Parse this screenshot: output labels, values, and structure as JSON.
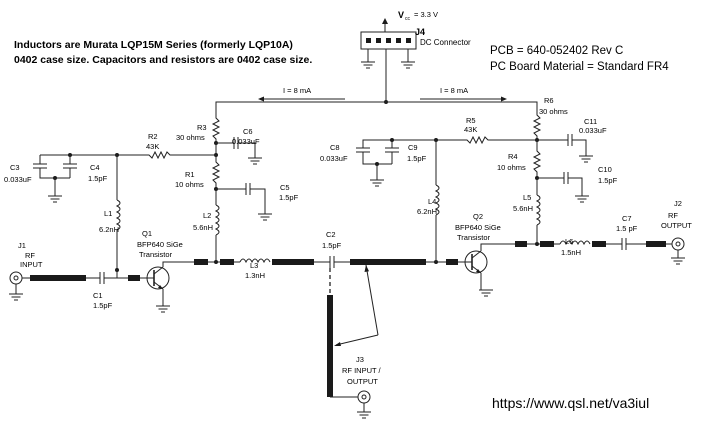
{
  "notes": {
    "inductors": "Inductors are Murata LQP15M Series  (formerly  LQP10A)",
    "caps": "0402 case size.   Capacitors and resistors  are 0402 case size.",
    "pcb": "PCB = 640-052402  Rev C",
    "material": "PC Board Material = Standard  FR4",
    "url": "https://www.qsl.net/va3iul"
  },
  "supply": {
    "label": "V",
    "sub": "cc",
    "value": "= 3.3 V"
  },
  "j4": {
    "ref": "J4",
    "desc": "DC Connector"
  },
  "currents": {
    "left": "I = 8 mA",
    "right": "I = 8 mA"
  },
  "resistors": {
    "r1": {
      "ref": "R1",
      "val": "10 ohms"
    },
    "r2": {
      "ref": "R2",
      "val": "43K"
    },
    "r3": {
      "ref": "R3",
      "val": "30 ohms"
    },
    "r4": {
      "ref": "R4",
      "val": "10 ohms"
    },
    "r5": {
      "ref": "R5",
      "val": "43K"
    },
    "r6": {
      "ref": "R6",
      "val": "30 ohms"
    }
  },
  "capacitors": {
    "c1": {
      "ref": "C1",
      "val": "1.5pF"
    },
    "c2": {
      "ref": "C2",
      "val": "1.5pF"
    },
    "c3": {
      "ref": "C3",
      "val": "0.033uF"
    },
    "c4": {
      "ref": "C4",
      "val": "1.5pF"
    },
    "c5": {
      "ref": "C5",
      "val": "1.5pF"
    },
    "c6": {
      "ref": "C6",
      "val": "0.033uF"
    },
    "c7": {
      "ref": "C7",
      "val": "1.5 pF"
    },
    "c8": {
      "ref": "C8",
      "val": "0.033uF"
    },
    "c9": {
      "ref": "C9",
      "val": "1.5pF"
    },
    "c10": {
      "ref": "C10",
      "val": "1.5pF"
    },
    "c11": {
      "ref": "C11",
      "val": "0.033uF"
    }
  },
  "inductors": {
    "l1": {
      "ref": "L1",
      "val": "6.2nH"
    },
    "l2": {
      "ref": "L2",
      "val": "5.6nH"
    },
    "l3": {
      "ref": "L3",
      "val": "1.3nH"
    },
    "l4": {
      "ref": "L4",
      "val": "6.2nH"
    },
    "l5": {
      "ref": "L5",
      "val": "5.6nH"
    },
    "l6": {
      "ref": "L6",
      "val": "1.5nH"
    }
  },
  "transistors": {
    "q1": {
      "ref": "Q1",
      "part": "BFP640 SiGe",
      "type": "Transistor"
    },
    "q2": {
      "ref": "Q2",
      "part": "BFP640 SiGe",
      "type": "Transistor"
    }
  },
  "connectors": {
    "j1": {
      "ref": "J1",
      "l1": "RF",
      "l2": "INPUT"
    },
    "j2": {
      "ref": "J2",
      "l1": "RF",
      "l2": "OUTPUT"
    },
    "j3": {
      "ref": "J3",
      "l1": "RF INPUT /",
      "l2": "OUTPUT"
    }
  }
}
